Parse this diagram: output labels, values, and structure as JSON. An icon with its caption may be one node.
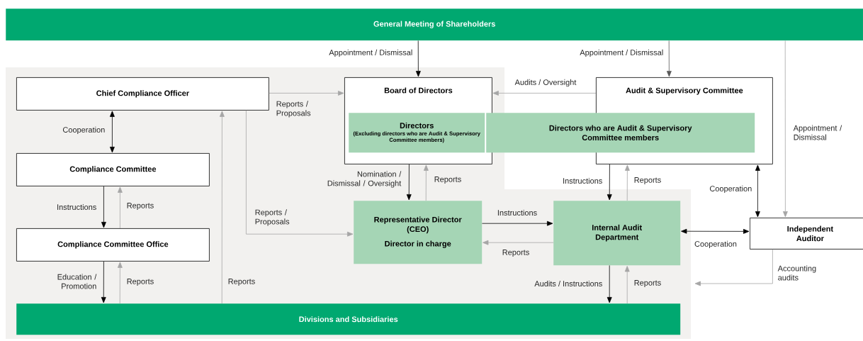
{
  "diagram": {
    "nodes": [
      {
        "text": [
          "General Meeting of Shareholders"
        ]
      },
      {
        "text": [
          "Chief Compliance Officer"
        ]
      },
      {
        "text": [
          "Compliance Committee"
        ]
      },
      {
        "text": [
          "Compliance Committee Office"
        ]
      },
      {
        "text": [
          "Board of Directors"
        ]
      },
      {
        "text": [
          "Directors",
          "(Excluding directors who are Audit & Supervisory Committee members)"
        ],
        "in": 4
      },
      {
        "text": [
          "Audit & Supervisory Committee"
        ]
      },
      {
        "text": [
          "Directors who are Audit & Supervisory Committee members"
        ]
      },
      {
        "text": [
          "Representative Director (CEO)",
          "Director in charge"
        ]
      },
      {
        "text": [
          "Internal Audit Department"
        ]
      },
      {
        "text": [
          "Independent Auditor"
        ]
      },
      {
        "text": [
          "Divisions and Subsidiaries"
        ]
      }
    ],
    "edges": [
      {
        "from": 0,
        "to": 4,
        "arrow": "to",
        "label": "Appointment / Dismissal",
        "color": "#000000"
      },
      {
        "from": 0,
        "to": 6,
        "arrow": "to",
        "label": "Appointment / Dismissal",
        "color": "#595959"
      },
      {
        "from": 0,
        "to": 10,
        "arrow": "to",
        "label": "Appointment / Dismissal"
      },
      {
        "from": 1,
        "to": 4,
        "arrow": "to",
        "label": "Reports / Proposals"
      },
      {
        "from": 1,
        "to": 8,
        "arrow": "to",
        "label": "Reports / Proposals"
      },
      {
        "from": 11,
        "to": 1,
        "arrow": "to",
        "label": "Reports"
      },
      {
        "from": 1,
        "to": 2,
        "arrow": "both",
        "label": "Cooperation",
        "color": "#000000"
      },
      {
        "from": 2,
        "to": 3,
        "arrow": "to",
        "label": "Instructions",
        "color": "#000000"
      },
      {
        "from": 3,
        "to": 2,
        "arrow": "to",
        "label": "Reports"
      },
      {
        "from": 3,
        "to": 11,
        "arrow": "to",
        "label": "Education / Promotion",
        "color": "#000000"
      },
      {
        "from": 11,
        "to": 3,
        "arrow": "to",
        "label": "Reports"
      },
      {
        "from": 6,
        "to": 4,
        "arrow": "to",
        "label": "Audits / Oversight"
      },
      {
        "from": 4,
        "to": 8,
        "arrow": "to",
        "label": "Nomination / Dismissal / Oversight",
        "color": "#000000"
      },
      {
        "from": 8,
        "to": 4,
        "arrow": "to",
        "label": "Reports"
      },
      {
        "from": 6,
        "to": 9,
        "arrow": "to",
        "label": "Instructions",
        "color": "#000000"
      },
      {
        "from": 9,
        "to": 6,
        "arrow": "to",
        "label": "Reports"
      },
      {
        "from": 6,
        "to": 10,
        "arrow": "both",
        "label": "Cooperation",
        "color": "#000000"
      },
      {
        "from": 8,
        "to": 9,
        "arrow": "to",
        "label": "Instructions",
        "color": "#000000"
      },
      {
        "from": 9,
        "to": 8,
        "arrow": "to",
        "label": "Reports"
      },
      {
        "from": 9,
        "to": 10,
        "arrow": "both",
        "label": "Cooperation",
        "color": "#000000"
      },
      {
        "from": 9,
        "to": 11,
        "arrow": "to",
        "label": "Audits / Instructions",
        "color": "#000000"
      },
      {
        "from": 11,
        "to": 9,
        "arrow": "to",
        "label": "Reports"
      },
      {
        "from": 10,
        "to": null,
        "arrow": "to",
        "label": "Accounting audits"
      }
    ]
  }
}
